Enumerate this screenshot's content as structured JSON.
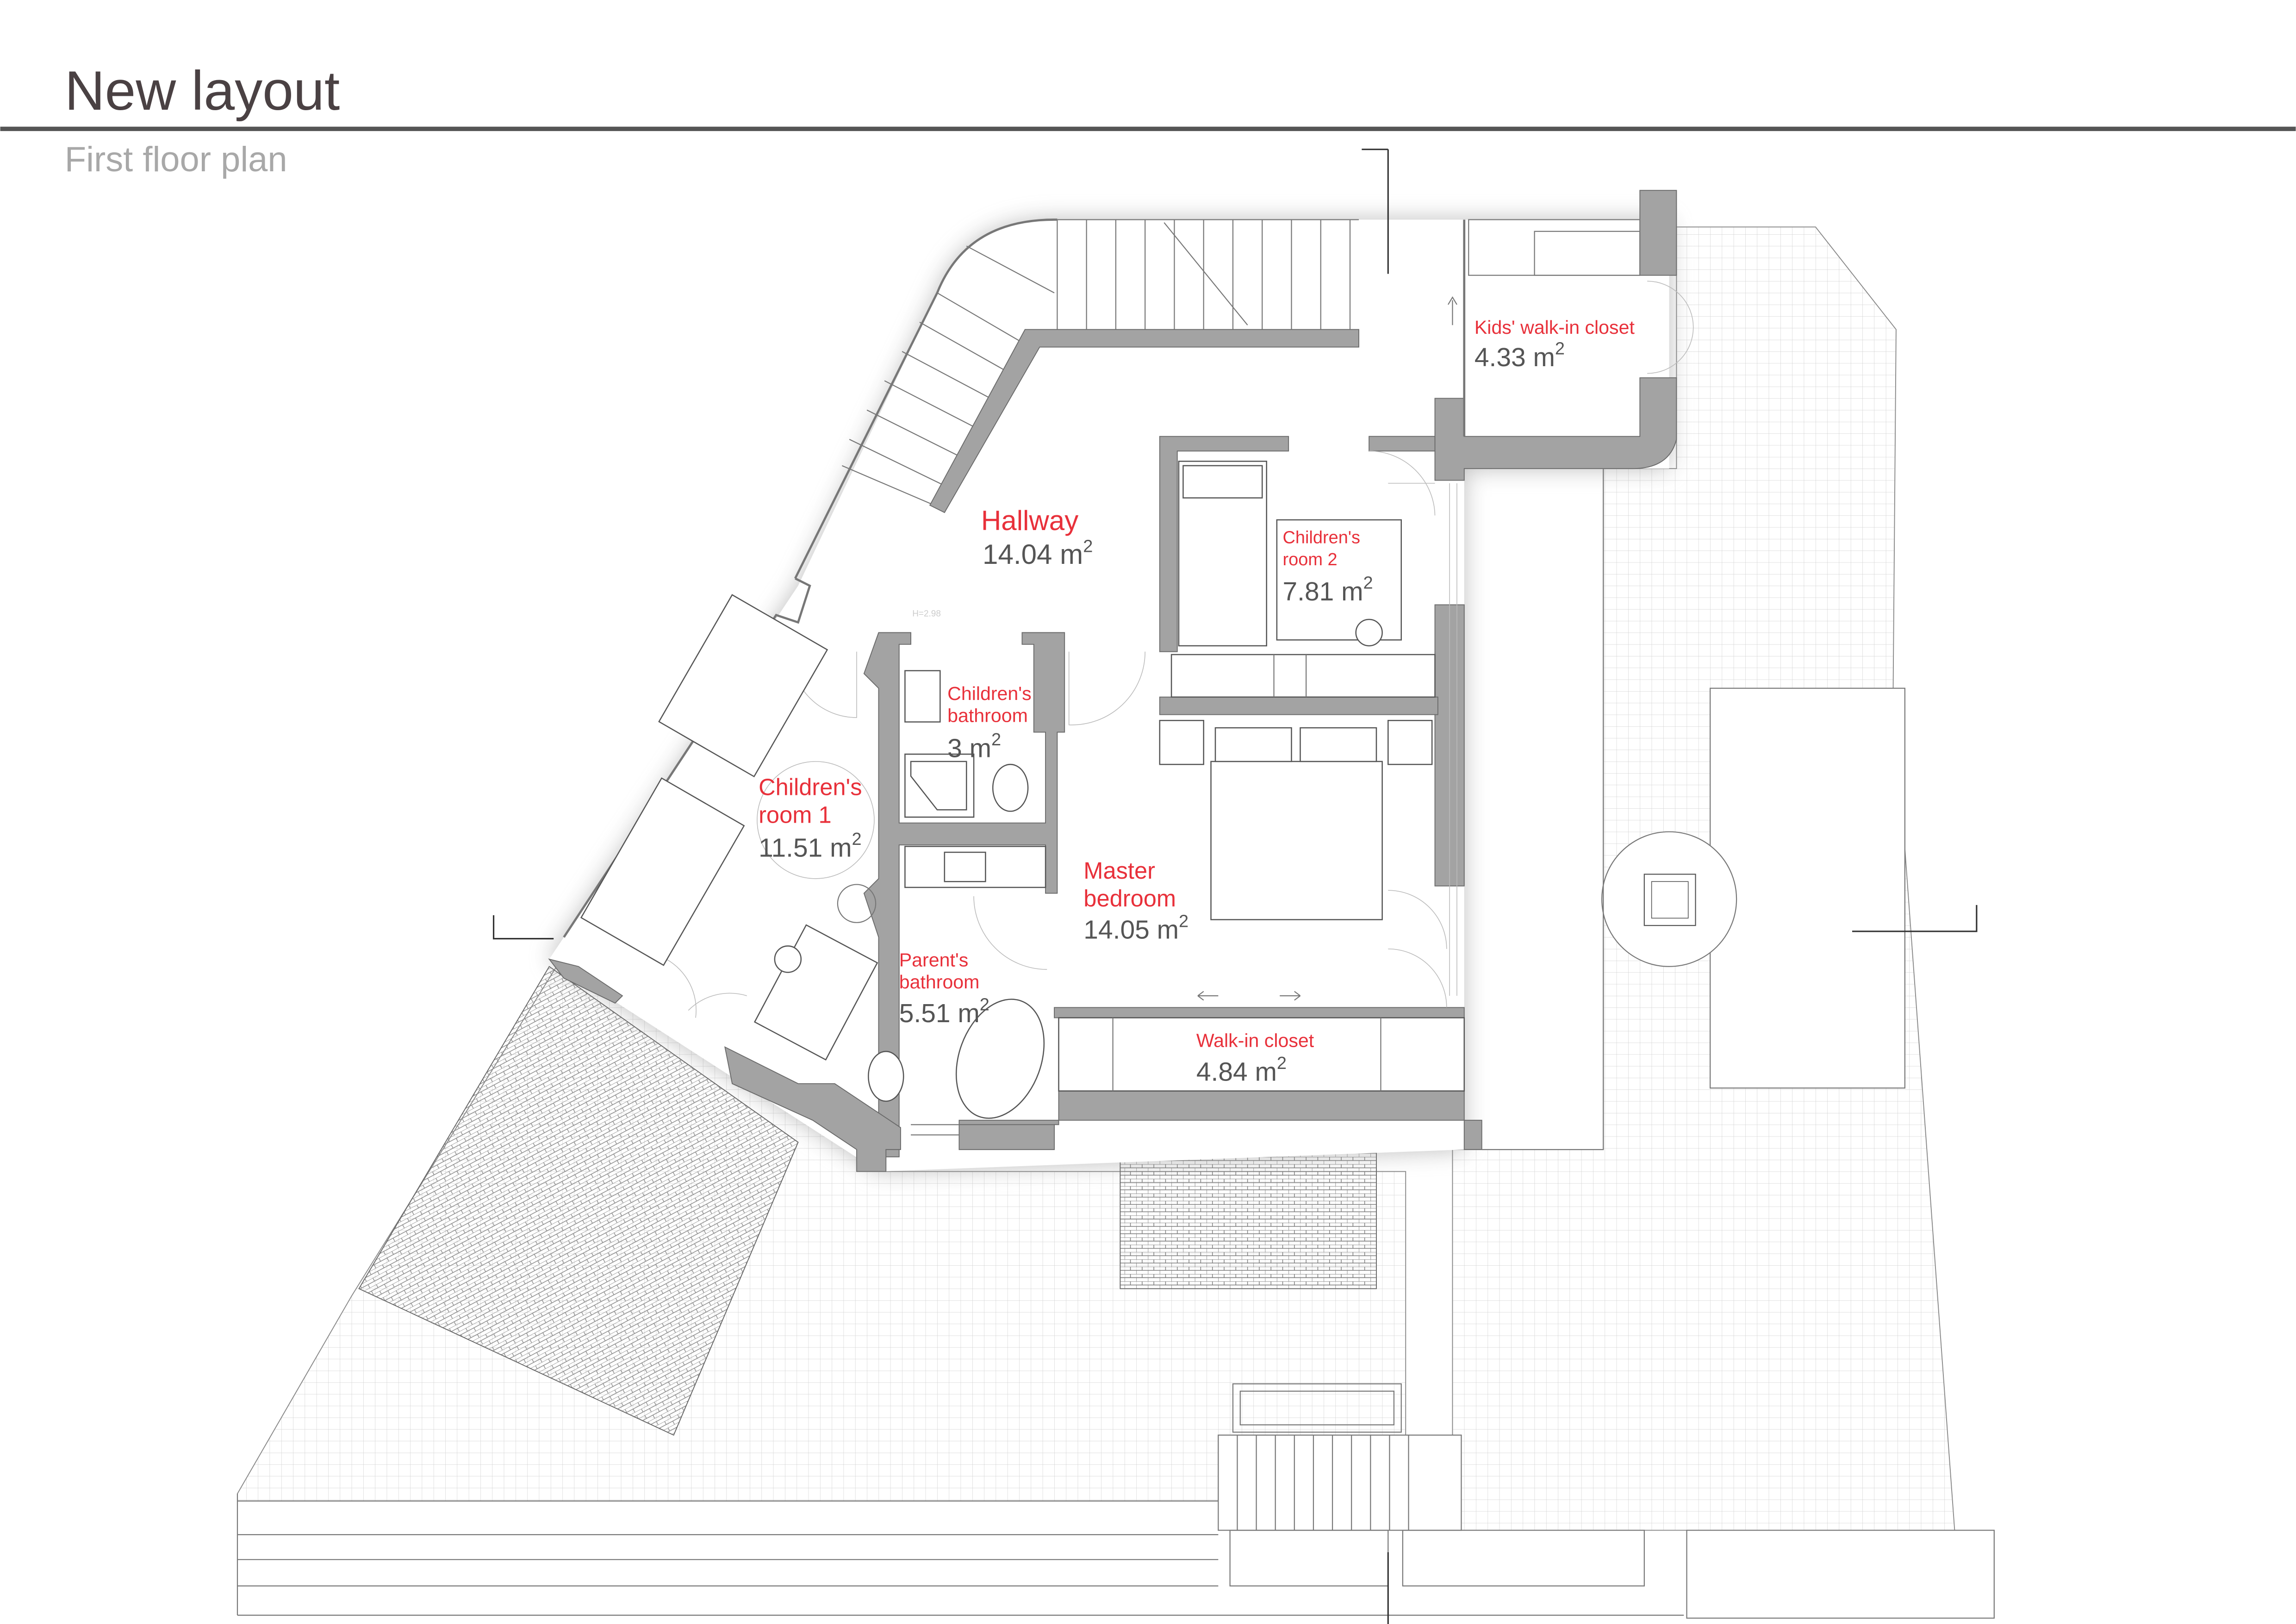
{
  "header": {
    "title": "New layout",
    "subtitle": "First floor plan"
  },
  "plan": {
    "ceiling_height_note": "H=2.98",
    "rooms": [
      {
        "id": "hallway",
        "name_lines": [
          "Hallway"
        ],
        "area": "14.04",
        "unit": "m",
        "exp": "2"
      },
      {
        "id": "kids-walk-in-closet",
        "name_lines": [
          "Kids' walk-in closet"
        ],
        "area": "4.33",
        "unit": "m",
        "exp": "2"
      },
      {
        "id": "childrens-room-2",
        "name_lines": [
          "Children's",
          "room 2"
        ],
        "area": "7.81",
        "unit": "m",
        "exp": "2"
      },
      {
        "id": "childrens-bathroom",
        "name_lines": [
          "Children's",
          "bathroom"
        ],
        "area": "3",
        "unit": "m",
        "exp": "2"
      },
      {
        "id": "childrens-room-1",
        "name_lines": [
          "Children's",
          "room 1"
        ],
        "area": "11.51",
        "unit": "m",
        "exp": "2"
      },
      {
        "id": "master-bedroom",
        "name_lines": [
          "Master",
          "bedroom"
        ],
        "area": "14.05",
        "unit": "m",
        "exp": "2"
      },
      {
        "id": "parents-bathroom",
        "name_lines": [
          "Parent's",
          "bathroom"
        ],
        "area": "5.51",
        "unit": "m",
        "exp": "2"
      },
      {
        "id": "walk-in-closet",
        "name_lines": [
          "Walk-in closet"
        ],
        "area": "4.84",
        "unit": "m",
        "exp": "2"
      }
    ]
  },
  "colors": {
    "room_label": "#e8303a",
    "area_label": "#555555",
    "wall": "#a3a3a3",
    "title": "#4a4143"
  }
}
